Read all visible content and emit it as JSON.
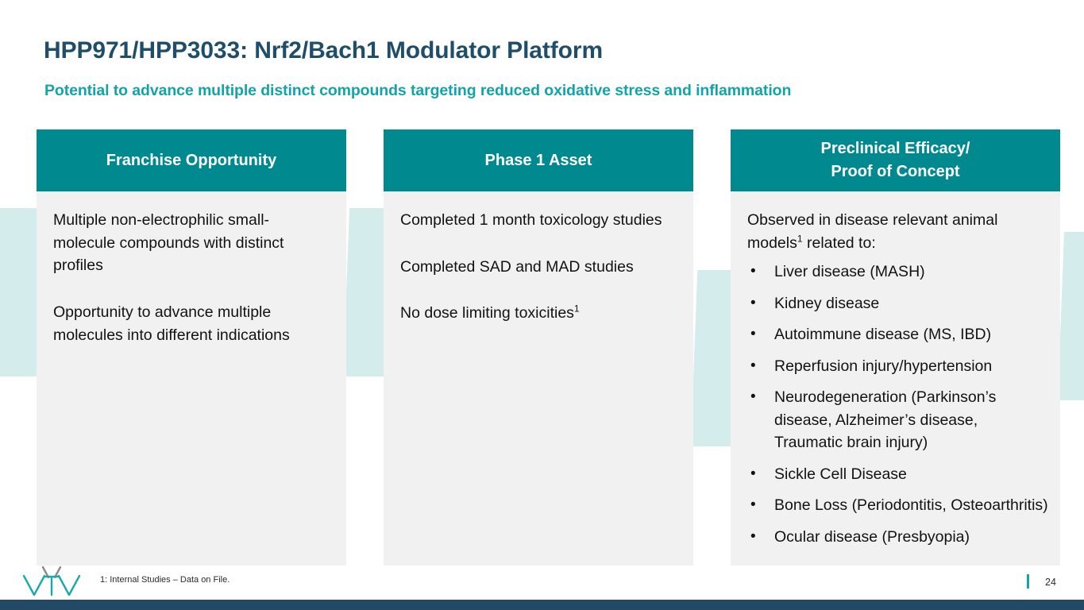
{
  "slide": {
    "title": "HPP971/HPP3033: Nrf2/Bach1 Modulator Platform",
    "subtitle": "Potential to advance multiple distinct compounds targeting reduced oxidative stress and inflammation"
  },
  "colors": {
    "title": "#1f4e6b",
    "subtitle": "#14a3a8",
    "card_header_bg": "#00898f",
    "card_body_bg": "#f1f1f1",
    "wave_mint": "#d5eced",
    "bottom_bar": "#234a64",
    "logo_teal": "#1aa9ab",
    "logo_gray": "#8a8a8a"
  },
  "columns": [
    {
      "header": "Franchise Opportunity",
      "paragraphs": [
        "Multiple non-electrophilic small-molecule compounds with distinct profiles",
        "Opportunity to advance multiple molecules into different indications"
      ]
    },
    {
      "header": "Phase 1 Asset",
      "paragraphs": [
        "Completed 1 month toxicology studies",
        "Completed SAD and MAD studies",
        "No dose limiting toxicities"
      ],
      "paragraph_superscripts": [
        "",
        "",
        "1"
      ]
    },
    {
      "header_line1": "Preclinical Efficacy/",
      "header_line2": "Proof of Concept",
      "intro_before": "Observed in disease relevant animal models",
      "intro_superscript": "1",
      "intro_after": " related to:",
      "bullet_marker": "•",
      "bullets": [
        "Liver disease (MASH)",
        "Kidney disease",
        "Autoimmune disease (MS, IBD)",
        "Reperfusion injury/hypertension",
        "Neurodegeneration (Parkinson’s disease, Alzheimer’s disease, Traumatic brain injury)",
        "Sickle Cell Disease",
        "Bone Loss (Periodontitis, Osteoarthritis)",
        "Ocular disease (Presbyopia)"
      ]
    }
  ],
  "footer": {
    "footnote": "1: Internal Studies – Data on File.",
    "page_number": "24",
    "logo_text": "vTv"
  }
}
